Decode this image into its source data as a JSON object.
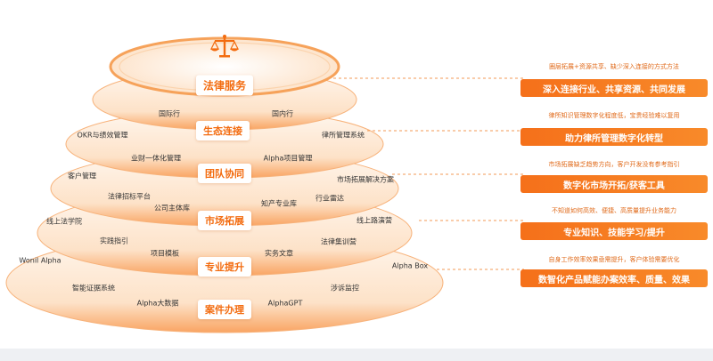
{
  "tiers": [
    {
      "label": "法律服务"
    },
    {
      "label": "生态连接"
    },
    {
      "label": "团队协同"
    },
    {
      "label": "市场拓展"
    },
    {
      "label": "专业提升"
    },
    {
      "label": "案件办理"
    }
  ],
  "items": [
    "国际行",
    "国内行",
    "OKR与绩效管理",
    "律所管理系统",
    "业财一体化管理",
    "Alpha项目管理",
    "客户管理",
    "市场拓展解决方案",
    "法律招标平台",
    "公司主体库",
    "知产专业库",
    "行业雷达",
    "线上法学院",
    "实践指引",
    "线上路演营",
    "项目模板",
    "实务文章",
    "法律集训营",
    "Wonil Alpha",
    "Alpha Box",
    "智能证据系统",
    "涉诉监控",
    "Alpha大数据",
    "AlphaGPT"
  ],
  "callouts": [
    {
      "note": "圈层拓展+资源共享、缺少深入连接的方式方法",
      "title": "深入连接行业、共享资源、共同发展"
    },
    {
      "note": "律所知识管理数字化程度低，宝贵经验难以复用",
      "title": "助力律所管理数字化转型"
    },
    {
      "note": "市场拓展缺乏趋势方向，客户开发没有参考指引",
      "title": "数字化市场开拓/获客工具"
    },
    {
      "note": "不知道如何高效、便捷、高质量提升业务能力",
      "title": "专业知识、技能学习/提升"
    },
    {
      "note": "自身工作效率效果亟需提升，客户体验需要优化",
      "title": "数智化产品赋能办案效率、质量、效果"
    }
  ],
  "colors": {
    "accent": "#f36c10",
    "light": "#fde6d2",
    "mid": "#f9b27a"
  },
  "icon": "scales-of-justice-icon"
}
